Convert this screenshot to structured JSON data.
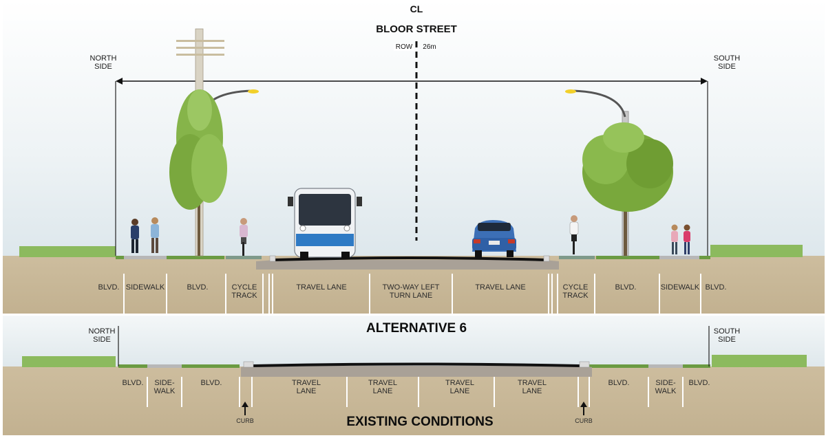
{
  "top": {
    "centerline_symbol": "CL",
    "street_name": "BLOOR STREET",
    "row_label": "ROW",
    "row_value": "26m",
    "north_side": [
      "NORTH",
      "SIDE"
    ],
    "south_side": [
      "SOUTH",
      "SIDE"
    ],
    "segments": [
      {
        "line1": "BLVD.",
        "line2": ""
      },
      {
        "line1": "SIDEWALK",
        "line2": ""
      },
      {
        "line1": "BLVD.",
        "line2": ""
      },
      {
        "line1": "CYCLE",
        "line2": "TRACK"
      },
      {
        "line1": "TRAVEL LANE",
        "line2": ""
      },
      {
        "line1": "TWO-WAY LEFT",
        "line2": "TURN LANE"
      },
      {
        "line1": "TRAVEL LANE",
        "line2": ""
      },
      {
        "line1": "CYCLE",
        "line2": "TRACK"
      },
      {
        "line1": "BLVD.",
        "line2": ""
      },
      {
        "line1": "SIDEWALK",
        "line2": ""
      },
      {
        "line1": "BLVD.",
        "line2": ""
      }
    ],
    "section_title": "ALTERNATIVE 6"
  },
  "bottom": {
    "north_side": [
      "NORTH",
      "SIDE"
    ],
    "south_side": [
      "SOUTH",
      "SIDE"
    ],
    "segments": [
      {
        "line1": "BLVD.",
        "line2": ""
      },
      {
        "line1": "SIDE-",
        "line2": "WALK"
      },
      {
        "line1": "BLVD.",
        "line2": ""
      },
      {
        "line1": "TRAVEL",
        "line2": "LANE"
      },
      {
        "line1": "TRAVEL",
        "line2": "LANE"
      },
      {
        "line1": "TRAVEL",
        "line2": "LANE"
      },
      {
        "line1": "TRAVEL",
        "line2": "LANE"
      },
      {
        "line1": "BLVD.",
        "line2": ""
      },
      {
        "line1": "SIDE-",
        "line2": "WALK"
      },
      {
        "line1": "BLVD.",
        "line2": ""
      }
    ],
    "curb_label": "CURB",
    "section_title": "EXISTING CONDITIONS"
  },
  "colors": {
    "sky_top": "#ffffff",
    "sky_bottom": "#e6eef2",
    "ground": "#c9b99a",
    "asphalt": "#1b1b1b",
    "grass": "#7fae55",
    "tree": "#7fae3c",
    "accent_blue": "#2f7ac4"
  }
}
